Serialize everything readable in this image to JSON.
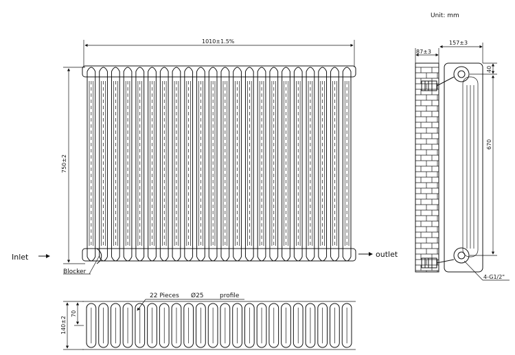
{
  "unit_label": "Unit: mm",
  "front_view": {
    "width_label": "1010±1.5%",
    "height_label": "750±2",
    "inlet_label": "Inlet",
    "outlet_label": "outlet",
    "blocker_label": "Blocker",
    "column_count": 22
  },
  "side_view": {
    "wall_depth_label": "87±3",
    "depth_label": "157±3",
    "top_offset_label": "40",
    "center_distance_label": "670",
    "thread_label": "4-G1/2\""
  },
  "profile_view": {
    "pieces_label": "22 Pieces",
    "diameter_label": "Ø25",
    "profile_label": "profile",
    "depth_label": "140±2",
    "section_label": "70"
  }
}
